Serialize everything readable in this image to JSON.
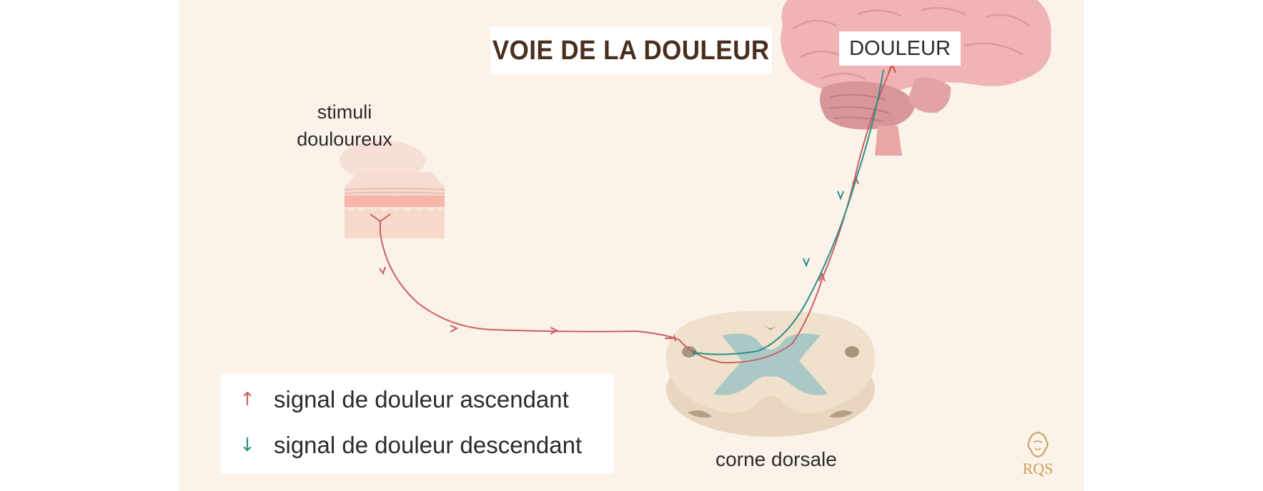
{
  "title": "VOIE DE LA DOULEUR",
  "brain_label": "DOULEUR",
  "stimuli_label": [
    "stimuli",
    "douloureux"
  ],
  "dorsal_label": "corne dorsale",
  "legend": {
    "ascending": {
      "arrow": "↑",
      "label": "signal de douleur ascendant",
      "color": "#c9605f"
    },
    "descending": {
      "arrow": "↓",
      "label": "signal de douleur descendant",
      "color": "#2a8f8a"
    }
  },
  "logo": {
    "text": "RQS",
    "icon": "lion-crest-icon",
    "color": "#c9a15a"
  },
  "colors": {
    "background": "#fbf2ea",
    "brain": "#f2b9b8",
    "spinal_cord": "#eedfc8",
    "grey_matter": "#a9c5c4",
    "skin": "#f4c7bd"
  }
}
